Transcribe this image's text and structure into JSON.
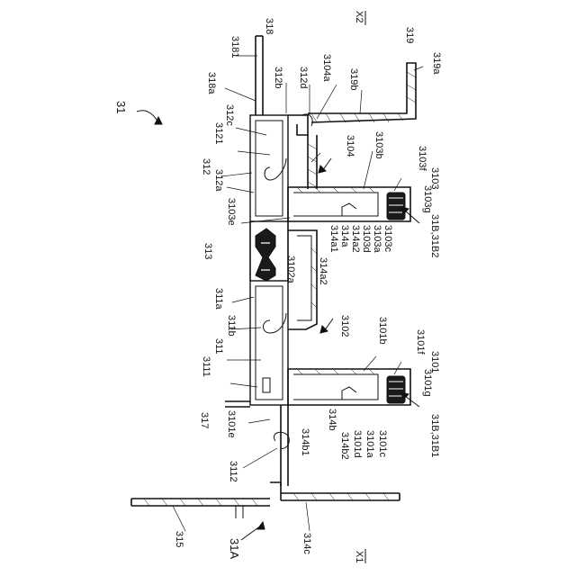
{
  "labels": [
    {
      "key": "l318",
      "text": "318"
    },
    {
      "key": "l3181",
      "text": "3181"
    },
    {
      "key": "lX2",
      "text": "X2"
    },
    {
      "key": "l319",
      "text": "319"
    },
    {
      "key": "l319a",
      "text": "319a"
    },
    {
      "key": "l318a",
      "text": "318a"
    },
    {
      "key": "l312b",
      "text": "312b"
    },
    {
      "key": "l312d",
      "text": "312d"
    },
    {
      "key": "l3104a",
      "text": "3104a"
    },
    {
      "key": "l319b",
      "text": "319b"
    },
    {
      "key": "l31",
      "text": "31"
    },
    {
      "key": "l312c",
      "text": "312c"
    },
    {
      "key": "l3121",
      "text": "3121"
    },
    {
      "key": "l312",
      "text": "312"
    },
    {
      "key": "l312a",
      "text": "312a"
    },
    {
      "key": "l3104",
      "text": "3104"
    },
    {
      "key": "l3103b",
      "text": "3103b"
    },
    {
      "key": "l3103f",
      "text": "3103f"
    },
    {
      "key": "l3103",
      "text": "3103"
    },
    {
      "key": "l3103g",
      "text": "3103g"
    },
    {
      "key": "l3103e",
      "text": "3103e"
    },
    {
      "key": "l313",
      "text": "313"
    },
    {
      "key": "l31B31B2",
      "text": "31B,31B2"
    },
    {
      "key": "l314a1",
      "text": "314a1"
    },
    {
      "key": "l314a",
      "text": "314a"
    },
    {
      "key": "l314a2",
      "text": "314a2"
    },
    {
      "key": "l3103d",
      "text": "3103d"
    },
    {
      "key": "l3103a",
      "text": "3103a"
    },
    {
      "key": "l3103c",
      "text": "3103c"
    },
    {
      "key": "l3102a",
      "text": "3102a"
    },
    {
      "key": "l314a2b",
      "text": "314a2"
    },
    {
      "key": "l311a",
      "text": "311a"
    },
    {
      "key": "l311b",
      "text": "311b"
    },
    {
      "key": "l3102",
      "text": "3102"
    },
    {
      "key": "l311",
      "text": "311"
    },
    {
      "key": "l3101b",
      "text": "3101b"
    },
    {
      "key": "l3111",
      "text": "3111"
    },
    {
      "key": "l3101f",
      "text": "3101f"
    },
    {
      "key": "l3101",
      "text": "3101"
    },
    {
      "key": "l3101g",
      "text": "3101g"
    },
    {
      "key": "l317",
      "text": "317"
    },
    {
      "key": "l3101e",
      "text": "3101e"
    },
    {
      "key": "l314b1",
      "text": "314b1"
    },
    {
      "key": "l314b",
      "text": "314b"
    },
    {
      "key": "l314b2",
      "text": "314b2"
    },
    {
      "key": "l3101d",
      "text": "3101d"
    },
    {
      "key": "l3101a",
      "text": "3101a"
    },
    {
      "key": "l3101c",
      "text": "3101c"
    },
    {
      "key": "l31B31B1",
      "text": "31B,31B1"
    },
    {
      "key": "l3112",
      "text": "3112"
    },
    {
      "key": "l315",
      "text": "315"
    },
    {
      "key": "l314c",
      "text": "314c"
    },
    {
      "key": "l31A",
      "text": "31A"
    },
    {
      "key": "lX1",
      "text": "X1"
    }
  ]
}
